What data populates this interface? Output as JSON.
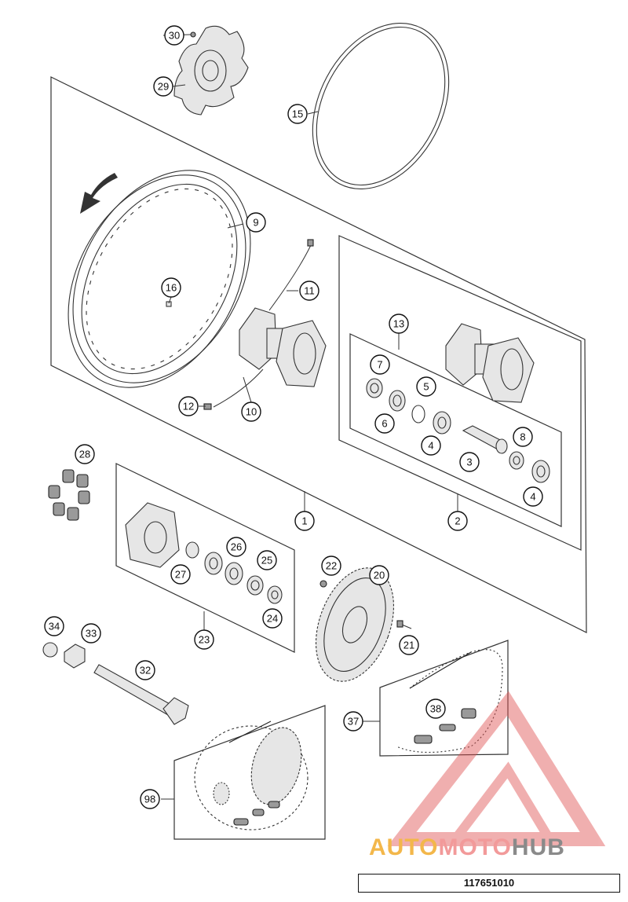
{
  "diagram": {
    "drawing_number": "117651010",
    "watermark": {
      "part1": "AUTO",
      "part2": "MOTO",
      "part3": "HUB",
      "accent_colors": [
        "#f3b74a",
        "#f29a9a",
        "#8a8a8a"
      ]
    },
    "callouts": [
      {
        "id": "c1",
        "label": "1"
      },
      {
        "id": "c2",
        "label": "2"
      },
      {
        "id": "c3",
        "label": "3"
      },
      {
        "id": "c4a",
        "label": "4"
      },
      {
        "id": "c4b",
        "label": "4"
      },
      {
        "id": "c5",
        "label": "5"
      },
      {
        "id": "c6",
        "label": "6"
      },
      {
        "id": "c7",
        "label": "7"
      },
      {
        "id": "c8",
        "label": "8"
      },
      {
        "id": "c9",
        "label": "9"
      },
      {
        "id": "c10",
        "label": "10"
      },
      {
        "id": "c11",
        "label": "11"
      },
      {
        "id": "c12",
        "label": "12"
      },
      {
        "id": "c13",
        "label": "13"
      },
      {
        "id": "c15",
        "label": "15"
      },
      {
        "id": "c16",
        "label": "16"
      },
      {
        "id": "c20",
        "label": "20"
      },
      {
        "id": "c21",
        "label": "21"
      },
      {
        "id": "c22",
        "label": "22"
      },
      {
        "id": "c23",
        "label": "23"
      },
      {
        "id": "c24",
        "label": "24"
      },
      {
        "id": "c25",
        "label": "25"
      },
      {
        "id": "c26",
        "label": "26"
      },
      {
        "id": "c27",
        "label": "27"
      },
      {
        "id": "c28",
        "label": "28"
      },
      {
        "id": "c29",
        "label": "29"
      },
      {
        "id": "c30",
        "label": "30"
      },
      {
        "id": "c32",
        "label": "32"
      },
      {
        "id": "c33",
        "label": "33"
      },
      {
        "id": "c34",
        "label": "34"
      },
      {
        "id": "c37",
        "label": "37"
      },
      {
        "id": "c38",
        "label": "38"
      },
      {
        "id": "c98",
        "label": "98"
      }
    ]
  }
}
